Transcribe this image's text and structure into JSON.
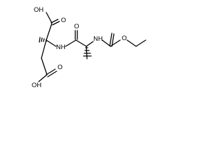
{
  "molecule": {
    "atom_labels": {
      "oh_top": "OH",
      "carbonyl_o_top": "O",
      "carbamate_o_top": "O",
      "amide_nh": "NH",
      "carbamate_nh": "NH",
      "ester_o": "O",
      "carbonyl_o_bottom": "O",
      "oh_bottom": "OH"
    }
  },
  "colors": {
    "bond": "#000000",
    "text": "#000000",
    "background": "#ffffff"
  }
}
